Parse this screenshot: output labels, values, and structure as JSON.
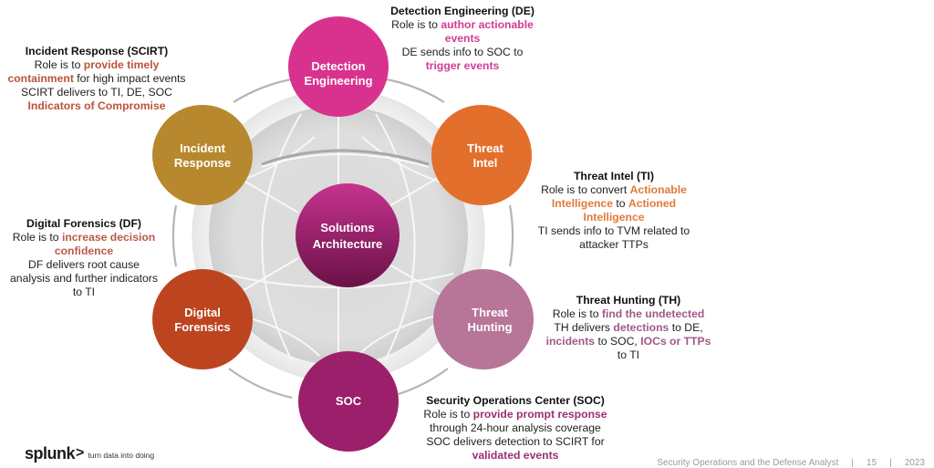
{
  "colors": {
    "detection_engineering": "#d9328e",
    "threat_intel": "#e36f2c",
    "threat_hunting": "#b77598",
    "soc": "#9c1f6b",
    "digital_forensics": "#bc4520",
    "incident_response": "#b8882e",
    "solutions_architecture_top": "#c5338f",
    "solutions_architecture_bottom": "#6a1146"
  },
  "nodes": {
    "center": {
      "line1": "Solutions",
      "line2": "Architecture"
    },
    "de": {
      "line1": "Detection",
      "line2": "Engineering"
    },
    "ti": {
      "line1": "Threat",
      "line2": "Intel"
    },
    "th": {
      "line1": "Threat",
      "line2": "Hunting"
    },
    "soc": {
      "line1": "SOC"
    },
    "df": {
      "line1": "Digital",
      "line2": "Forensics"
    },
    "ir": {
      "line1": "Incident",
      "line2": "Response"
    }
  },
  "descriptions": {
    "de": {
      "title": "Detection Engineering (DE)",
      "l1a": "Role is to ",
      "l1b": "author actionable",
      "l2": "events",
      "l3": "DE sends info to SOC to",
      "l4": "trigger events"
    },
    "ir": {
      "title": "Incident Response (SCIRT)",
      "l1a": "Role is to ",
      "l1b": "provide timely",
      "l2a": "containment",
      "l2b": " for high impact events",
      "l3": "SCIRT delivers to TI, DE, SOC",
      "l4": "Indicators of Compromise"
    },
    "ti": {
      "title": "Threat Intel (TI)",
      "l1a": "Role is to convert ",
      "l1b": "Actionable",
      "l2a": "Intelligence",
      "l2b": " to ",
      "l2c": "Actioned",
      "l3": "Intelligence",
      "l4": "TI sends info to TVM related to",
      "l5": "attacker TTPs"
    },
    "df": {
      "title": "Digital Forensics (DF)",
      "l1a": "Role is to ",
      "l1b": "increase decision",
      "l2": "confidence",
      "l3": "DF delivers root cause",
      "l4": "analysis and further indicators",
      "l5": "to TI"
    },
    "th": {
      "title": "Threat Hunting (TH)",
      "l1a": "Role is to ",
      "l1b": "find the undetected",
      "l2a": "TH delivers ",
      "l2b": "detections",
      "l2c": " to DE,",
      "l3a": "incidents",
      "l3b": " to SOC, ",
      "l3c": "IOCs or TTPs",
      "l4": "to TI"
    },
    "soc": {
      "title": "Security Operations Center (SOC)",
      "l1a": "Role is to ",
      "l1b": "provide prompt response",
      "l2": "through 24-hour analysis coverage",
      "l3": "SOC delivers detection to SCIRT for",
      "l4": "validated events"
    }
  },
  "highlight_colors": {
    "de": "#d23c94",
    "ir": "#b9543a",
    "ti": "#e07a3a",
    "df": "#b95a48",
    "th": "#a05a86",
    "soc": "#9b2f74"
  },
  "footer": {
    "logo_word": "splunk",
    "logo_chevron": ">",
    "tagline": "turn data into doing",
    "deck_title": "Security Operations and the Defense Analyst",
    "sep1": "|",
    "page_number": "15",
    "sep2": "|",
    "year": "2023"
  }
}
